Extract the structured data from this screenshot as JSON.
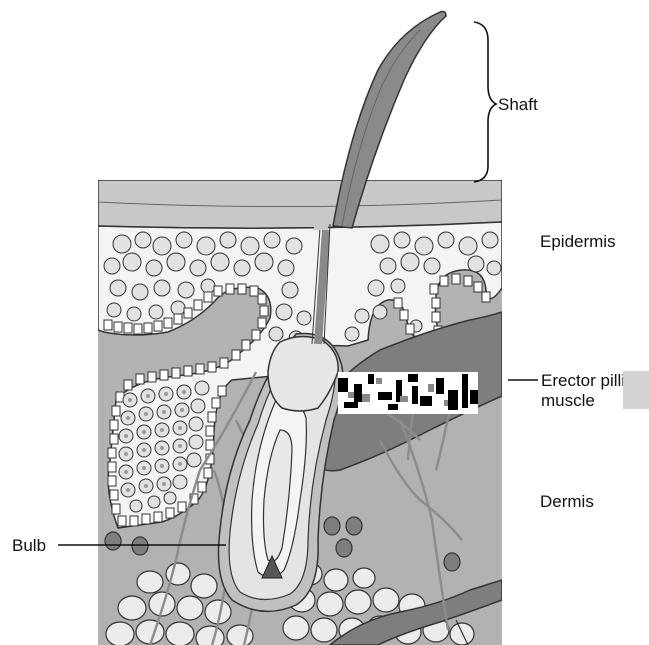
{
  "labels": {
    "shaft": "Shaft",
    "epidermis": "Epidermis",
    "erector_line1": "Erector pilli",
    "erector_line2": "muscle",
    "dermis": "Dermis",
    "bulb": "Bulb"
  },
  "colors": {
    "dermis": "#b2b2b2",
    "epidermis_band": "#c8c8c8",
    "cell_layer": "#f4f4f4",
    "cell": "#e2e2e2",
    "muscle": "#7e7e7e",
    "hair": "#8a8a8a",
    "fat": "#ececec",
    "nerve": "#8c8c8c",
    "outline": "#222222"
  }
}
